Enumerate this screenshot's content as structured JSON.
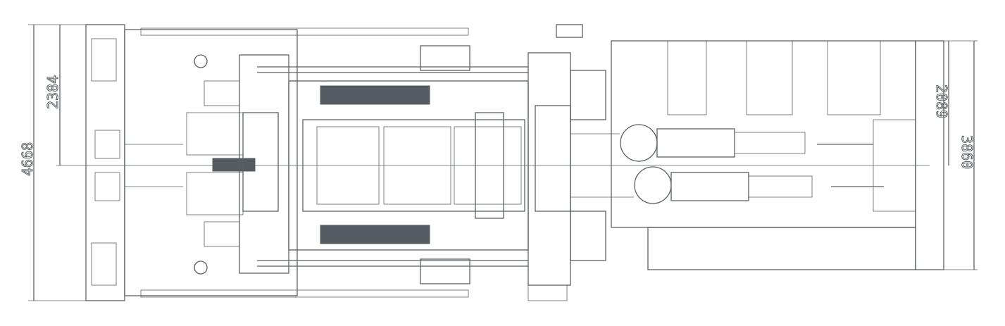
{
  "drawing": {
    "dimensions": {
      "overall_width": "4668",
      "half_width_left": "2384",
      "half_width_right": "2089",
      "right_section_width": "3860"
    },
    "line_color": "#5a6166"
  }
}
